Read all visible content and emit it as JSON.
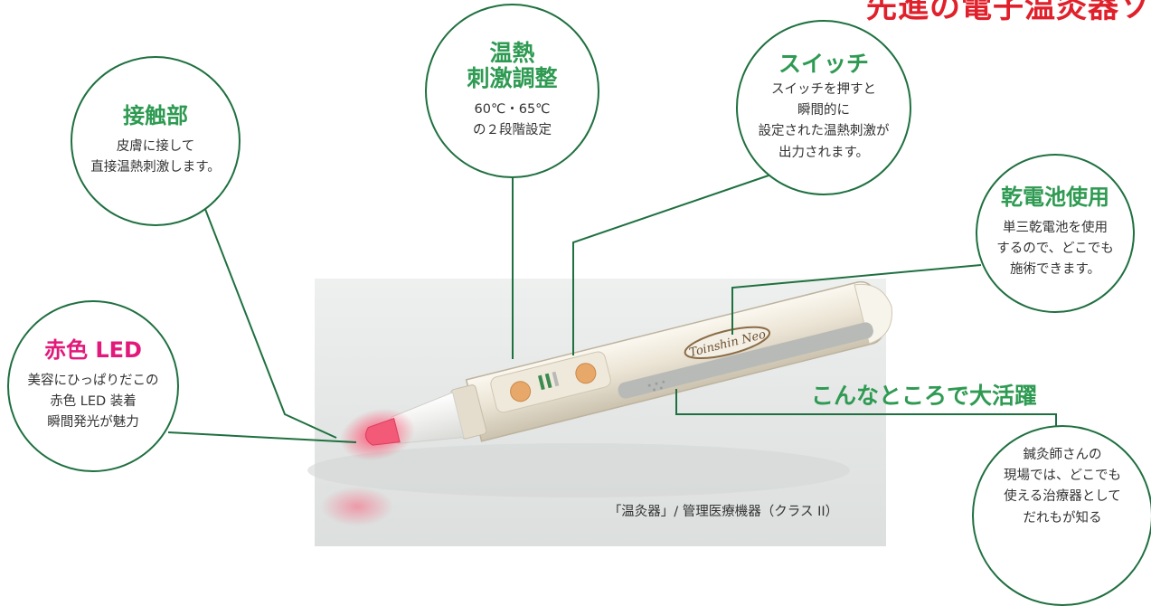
{
  "headline": "先進の電子温灸器ソ",
  "bubbles": {
    "contact": {
      "title": "接触部",
      "body": [
        "皮膚に接して",
        "直接温熱刺激します。"
      ]
    },
    "heat": {
      "title": [
        "温熱",
        "刺激調整"
      ],
      "body": [
        "60℃・65℃",
        "の２段階設定"
      ]
    },
    "switch": {
      "title": "スイッチ",
      "body": [
        "スイッチを押すと",
        "瞬間的に",
        "設定された温熱刺激が",
        "出力されます。"
      ]
    },
    "battery": {
      "title": "乾電池使用",
      "body": [
        "単三乾電池を使用",
        "するので、どこでも",
        "施術できます。"
      ]
    },
    "led": {
      "title": "赤色 LED",
      "body": [
        "美容にひっぱりだこの",
        "赤色 LED 装着",
        "瞬間発光が魅力"
      ]
    },
    "acupuncture": {
      "body": [
        "鍼灸師さんの",
        "現場では、どこでも",
        "使える治療器として",
        "だれもが知る"
      ]
    }
  },
  "subhead": "こんなところで大活躍",
  "product_label": "Toinshin Neo",
  "caption": "「温灸器」/ 管理医療機器（クラス II）",
  "colors": {
    "green_title": "#2e9a52",
    "line": "#1f7040",
    "magenta": "#e2197a",
    "red": "#e0202a"
  }
}
